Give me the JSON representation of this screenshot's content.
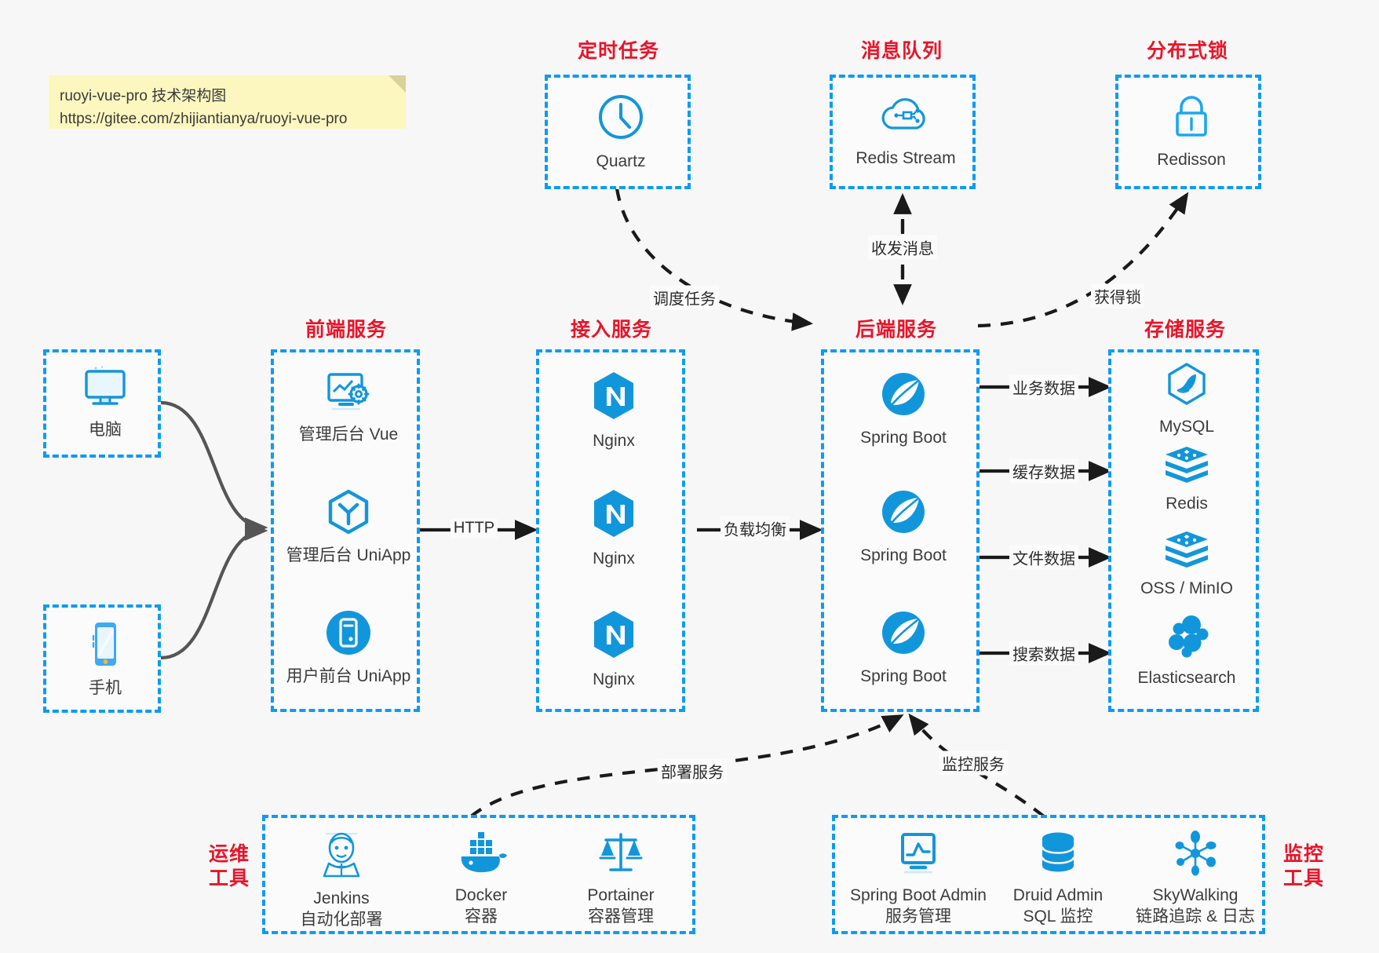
{
  "note": {
    "line1": "ruoyi-vue-pro 技术架构图",
    "line2": "https://gitee.com/zhijiantianya/ruoyi-vue-pro"
  },
  "colors": {
    "accent_blue": "#0d9bf2",
    "logo_blue": "#1296db",
    "title_red": "#e8152a",
    "background": "#f7f7f7",
    "note_yellow": "#fcf7bf",
    "arrow_gray": "#4d4d4d",
    "arrow_black": "#1a1a1a"
  },
  "groups": {
    "scheduler": {
      "title": "定时任务",
      "items": [
        {
          "label": "Quartz",
          "icon": "clock-icon"
        }
      ]
    },
    "mq": {
      "title": "消息队列",
      "items": [
        {
          "label": "Redis Stream",
          "icon": "cloud-stream-icon"
        }
      ]
    },
    "lock": {
      "title": "分布式锁",
      "items": [
        {
          "label": "Redisson",
          "icon": "padlock-icon"
        }
      ]
    },
    "devices": {
      "items": [
        {
          "label": "电脑",
          "icon": "desktop-monitor-icon"
        },
        {
          "label": "手机",
          "icon": "mobile-phone-icon"
        }
      ]
    },
    "frontend": {
      "title": "前端服务",
      "items": [
        {
          "label": "管理后台 Vue",
          "icon": "admin-dashboard-icon"
        },
        {
          "label": "管理后台 UniApp",
          "icon": "uniapp-hexagon-icon"
        },
        {
          "label": "用户前台 UniApp",
          "icon": "mobile-app-circle-icon"
        }
      ]
    },
    "gateway": {
      "title": "接入服务",
      "items": [
        {
          "label": "Nginx",
          "icon": "nginx-icon"
        },
        {
          "label": "Nginx",
          "icon": "nginx-icon"
        },
        {
          "label": "Nginx",
          "icon": "nginx-icon"
        }
      ]
    },
    "backend": {
      "title": "后端服务",
      "items": [
        {
          "label": "Spring Boot",
          "icon": "spring-boot-icon"
        },
        {
          "label": "Spring Boot",
          "icon": "spring-boot-icon"
        },
        {
          "label": "Spring Boot",
          "icon": "spring-boot-icon"
        }
      ]
    },
    "storage": {
      "title": "存储服务",
      "items": [
        {
          "label": "MySQL",
          "icon": "mysql-icon"
        },
        {
          "label": "Redis",
          "icon": "redis-stack-icon"
        },
        {
          "label": "OSS / MinIO",
          "icon": "oss-stack-icon"
        },
        {
          "label": "Elasticsearch",
          "icon": "elasticsearch-icon"
        }
      ]
    },
    "devops": {
      "title": "运维\n工具",
      "title_line1": "运维",
      "title_line2": "工具",
      "items": [
        {
          "label": "Jenkins",
          "sublabel": "自动化部署",
          "icon": "jenkins-butler-icon"
        },
        {
          "label": "Docker",
          "sublabel": "容器",
          "icon": "docker-whale-icon"
        },
        {
          "label": "Portainer",
          "sublabel": "容器管理",
          "icon": "portainer-scales-icon"
        }
      ]
    },
    "monitor": {
      "title_line1": "监控",
      "title_line2": "工具",
      "items": [
        {
          "label": "Spring Boot Admin",
          "sublabel": "服务管理",
          "icon": "monitor-chart-icon"
        },
        {
          "label": "Druid Admin",
          "sublabel": "SQL 监控",
          "icon": "database-cylinder-icon"
        },
        {
          "label": "SkyWalking",
          "sublabel": "链路追踪 & 日志",
          "icon": "skywalking-node-icon"
        }
      ]
    }
  },
  "edges": [
    {
      "id": "http",
      "label": "HTTP"
    },
    {
      "id": "lb",
      "label": "负载均衡"
    },
    {
      "id": "schedule",
      "label": "调度任务"
    },
    {
      "id": "message",
      "label": "收发消息"
    },
    {
      "id": "acquire-lock",
      "label": "获得锁"
    },
    {
      "id": "business-data",
      "label": "业务数据"
    },
    {
      "id": "cache-data",
      "label": "缓存数据"
    },
    {
      "id": "file-data",
      "label": "文件数据"
    },
    {
      "id": "search-data",
      "label": "搜索数据"
    },
    {
      "id": "deploy-service",
      "label": "部署服务"
    },
    {
      "id": "monitor-service",
      "label": "监控服务"
    }
  ]
}
